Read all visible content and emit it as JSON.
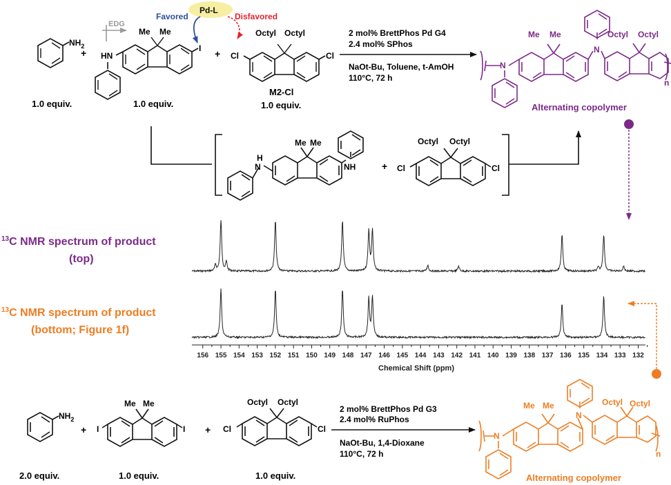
{
  "colors": {
    "purple": "#7b2a88",
    "orange": "#ee7d22",
    "blue": "#2e4f9c",
    "red": "#e3232b",
    "gray": "#9a9a9a",
    "pd_bubble": "#f6eea2",
    "black": "#111111"
  },
  "top_reaction": {
    "aniline_nh2": "NH",
    "aniline_sub": "2",
    "aniline_equiv": "1.0 equiv.",
    "monomer_equiv": "1.0 equiv.",
    "m2_label": "M2-Cl",
    "m2_equiv": "1.0 equiv.",
    "edg": "EDG",
    "favored": "Favored",
    "disfavored": "Disfavored",
    "pd_l": "Pd-L",
    "me": "Me",
    "hn": "HN",
    "iodo": "I",
    "chloro": "Cl",
    "octyl": "Octyl",
    "plus": "+",
    "conditions": [
      "2 mol% BrettPhos Pd G4",
      "2.4 mol% SPhos"
    ],
    "conditions2": [
      "NaOt-Bu, Toluene, t-AmOH",
      "110°C, 72 h"
    ],
    "product_label": "Alternating copolymer",
    "n": "n",
    "nitrogen": "N"
  },
  "intermediate": {
    "nh": "N",
    "h": "H",
    "plus": "+"
  },
  "nmr": {
    "top_title_sup": "13",
    "top_title": "C NMR spectrum of product",
    "top_sub": "(top)",
    "bottom_title_sup": "13",
    "bottom_title": "C NMR spectrum of product",
    "bottom_sub": "(bottom; Figure 1f)",
    "xlabel": "Chemical Shift (ppm)",
    "ticks": [
      "156",
      "155",
      "154",
      "153",
      "152",
      "151",
      "150",
      "149",
      "148",
      "147",
      "146",
      "145",
      "144",
      "143",
      "142",
      "141",
      "140",
      "139",
      "138",
      "137",
      "136",
      "135",
      "134",
      "133",
      "132"
    ]
  },
  "bottom_reaction": {
    "aniline_equiv": "2.0 equiv.",
    "diiodo_equiv": "1.0 equiv.",
    "dichloro_equiv": "1.0 equiv.",
    "conditions": [
      "2 mol% BrettPhos Pd G3",
      "2.4 mol% RuPhos"
    ],
    "conditions2": [
      "NaOt-Bu, 1,4-Dioxane",
      "110°C, 72 h"
    ],
    "product_label": "Alternating copolymer"
  },
  "chart_data": {
    "type": "line",
    "xlabel": "Chemical Shift (ppm)",
    "xlim": [
      156.6,
      131.6
    ],
    "series": [
      {
        "peaks": [
          {
            "x": 155.0,
            "h": 1.0
          },
          {
            "x": 155.3,
            "h": 0.12
          },
          {
            "x": 154.7,
            "h": 0.18
          },
          {
            "x": 152.0,
            "h": 1.0
          },
          {
            "x": 148.3,
            "h": 1.0
          },
          {
            "x": 146.85,
            "h": 0.8
          },
          {
            "x": 146.65,
            "h": 0.8
          },
          {
            "x": 143.6,
            "h": 0.12
          },
          {
            "x": 141.9,
            "h": 0.1
          },
          {
            "x": 136.2,
            "h": 0.72
          },
          {
            "x": 134.2,
            "h": 0.07
          },
          {
            "x": 133.9,
            "h": 0.72
          },
          {
            "x": 132.8,
            "h": 0.1
          }
        ]
      },
      {
        "peaks": [
          {
            "x": 155.0,
            "h": 1.0
          },
          {
            "x": 152.0,
            "h": 1.0
          },
          {
            "x": 148.3,
            "h": 1.0
          },
          {
            "x": 146.85,
            "h": 0.8
          },
          {
            "x": 146.65,
            "h": 0.85
          },
          {
            "x": 136.2,
            "h": 0.7
          },
          {
            "x": 133.9,
            "h": 0.85
          }
        ]
      }
    ]
  }
}
